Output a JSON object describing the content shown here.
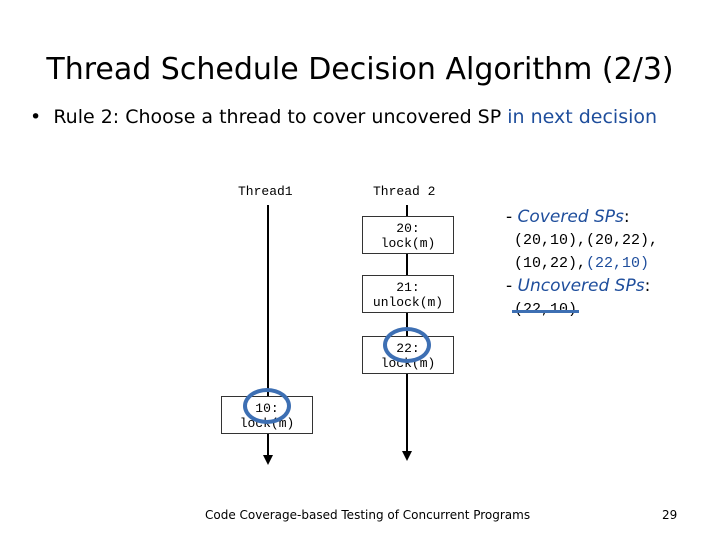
{
  "title": "Thread Schedule Decision Algorithm (2/3)",
  "bullet": {
    "marker": "•",
    "text": "Rule 2: Choose a thread to cover uncovered SP ",
    "highlight": "in next decision"
  },
  "threads": {
    "t1": "Thread1",
    "t2": "Thread 2"
  },
  "statements": {
    "s20": {
      "line": "20:",
      "code": "lock(m)"
    },
    "s21": {
      "line": "21:",
      "code": "unlock(m)"
    },
    "s22": {
      "line": "22:",
      "code": "lock(m)"
    },
    "s10": {
      "line": "10:",
      "code": "lock(m)"
    }
  },
  "notes": {
    "covered_prefix": "- ",
    "covered_label": "Covered SPs",
    "covered_colon": ":",
    "covered_line1": "(20,10),(20,22),",
    "covered_line2_black": "(10,22),",
    "covered_line2_blue": "(22,10)",
    "uncovered_prefix": "- ",
    "uncovered_label": "Uncovered SPs",
    "uncovered_colon": ":",
    "uncovered_value": "(22,10)"
  },
  "footer": "Code Coverage-based Testing of Concurrent Programs",
  "page_number": "29",
  "colors": {
    "accent": "#1f4e9c",
    "ring": "#3d6fb3"
  }
}
